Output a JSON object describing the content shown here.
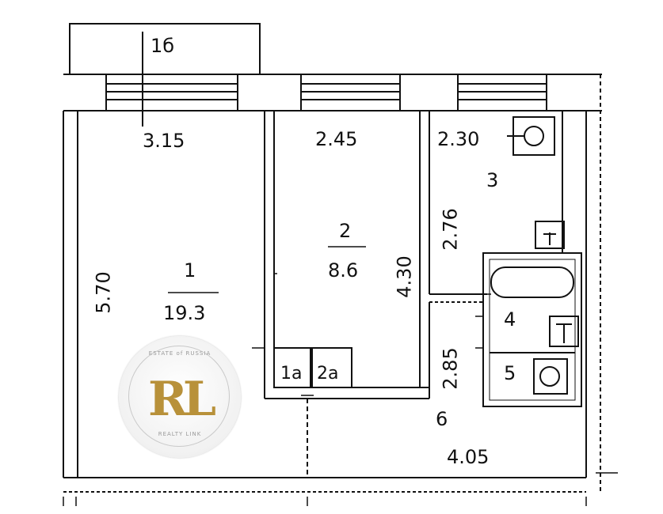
{
  "rooms": [
    {
      "id": "room_1",
      "number": "1",
      "area": "19.3"
    },
    {
      "id": "room_2",
      "number": "2",
      "area": "8.6"
    },
    {
      "id": "room_3",
      "number": "3"
    },
    {
      "id": "room_4",
      "number": "4"
    },
    {
      "id": "room_5",
      "number": "5"
    },
    {
      "id": "room_6",
      "number": "6"
    },
    {
      "id": "room_1a",
      "number": "1a"
    },
    {
      "id": "room_2a",
      "number": "2a"
    },
    {
      "id": "balcony",
      "number": "1б"
    }
  ],
  "dimensions": {
    "room1_width": "3.15",
    "room1_length": "5.70",
    "room2_width": "2.45",
    "room2_length": "4.30",
    "kitchen_width": "2.30",
    "kitchen_length": "2.76",
    "hall_length": "2.85",
    "hall_width": "4.05"
  },
  "logo": {
    "monogram": "RL",
    "top_text": "ESTATE of RUSSIA",
    "bottom_text": "REALTY LINK",
    "gold_color": "#b8913a"
  },
  "colors": {
    "ink": "#111111",
    "paper": "#ffffff"
  }
}
